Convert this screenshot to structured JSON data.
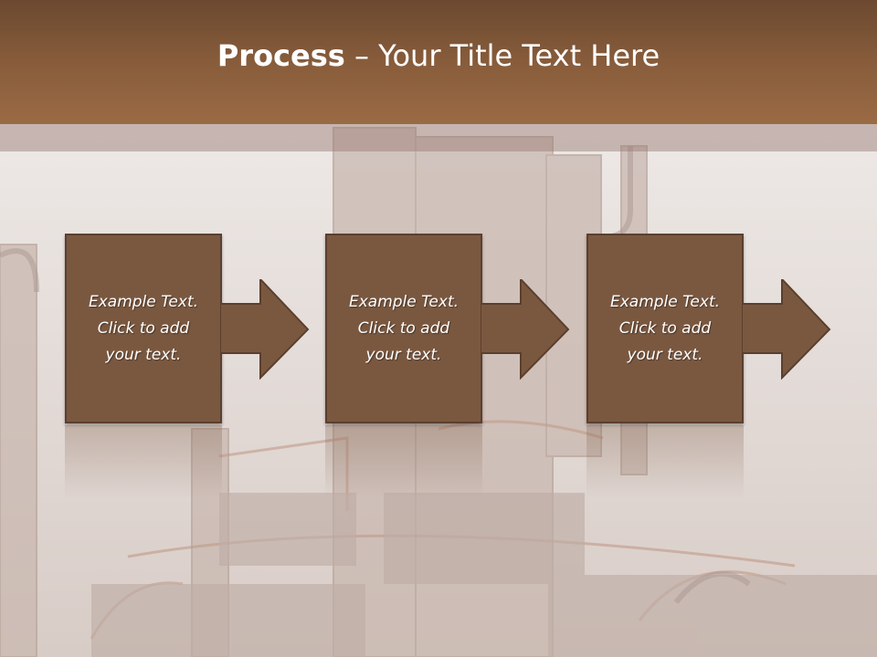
{
  "slide": {
    "title_bold": "Process",
    "title_rest": " – Your Title Text Here"
  },
  "steps": [
    {
      "line1": "Example Text.",
      "line2": "Click  to add",
      "line3": "your text."
    },
    {
      "line1": "Example Text.",
      "line2": "Click  to add",
      "line3": "your text."
    },
    {
      "line1": "Example Text.",
      "line2": "Click  to add",
      "line3": "your text."
    }
  ],
  "colors": {
    "title_bar": "#8a5e3c",
    "box_fill": "#7a5840",
    "box_border": "#5b3f2d",
    "text": "#ffffff"
  }
}
